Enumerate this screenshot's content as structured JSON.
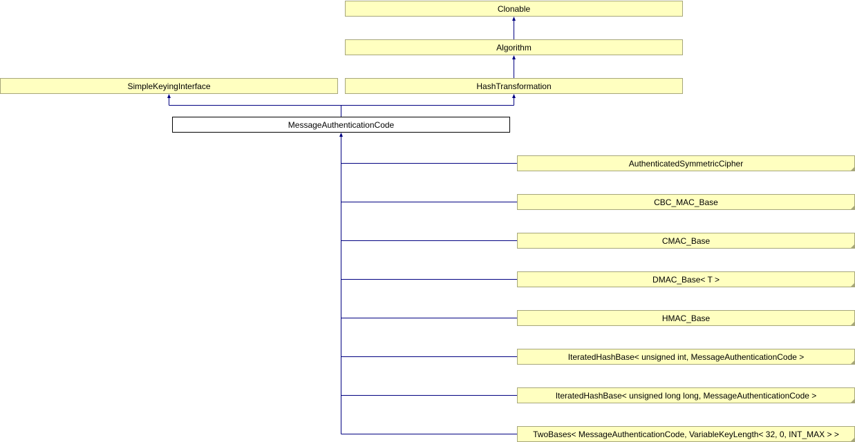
{
  "diagram": {
    "ancestors": {
      "clonable": "Clonable",
      "algorithm": "Algorithm",
      "simple_keying_interface": "SimpleKeyingInterface",
      "hash_transformation": "HashTransformation"
    },
    "current": "MessageAuthenticationCode",
    "children": [
      "AuthenticatedSymmetricCipher",
      "CBC_MAC_Base",
      "CMAC_Base",
      "DMAC_Base< T >",
      "HMAC_Base",
      "IteratedHashBase< unsigned int, MessageAuthenticationCode >",
      "IteratedHashBase< unsigned long long, MessageAuthenticationCode >",
      "TwoBases< MessageAuthenticationCode, VariableKeyLength< 32, 0, INT_MAX > >"
    ],
    "colors": {
      "node_fill": "#ffffc0",
      "node_border": "#a6a67a",
      "edge": "#000080"
    }
  }
}
